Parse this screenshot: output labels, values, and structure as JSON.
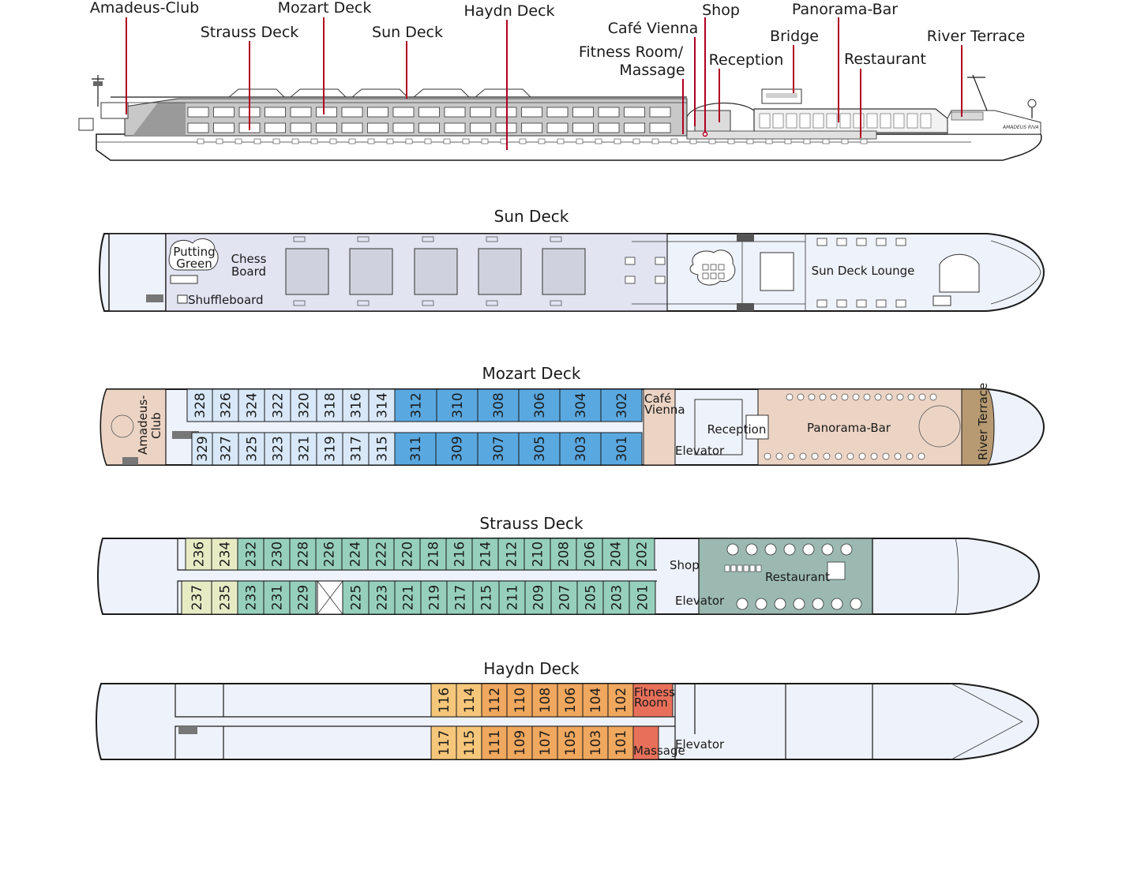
{
  "side_view": {
    "ship_name": "AMADEUS RIVA",
    "callouts": [
      {
        "id": "amadeus-club",
        "text": "Amadeus-Club"
      },
      {
        "id": "strauss-deck",
        "text": "Strauss Deck"
      },
      {
        "id": "mozart-deck",
        "text": "Mozart Deck"
      },
      {
        "id": "sun-deck",
        "text": "Sun Deck"
      },
      {
        "id": "haydn-deck",
        "text": "Haydn Deck"
      },
      {
        "id": "cafe-vienna",
        "text": "Café Vienna"
      },
      {
        "id": "fitness-1",
        "text": "Fitness Room/"
      },
      {
        "id": "fitness-2",
        "text": "Massage"
      },
      {
        "id": "shop",
        "text": "Shop"
      },
      {
        "id": "reception",
        "text": "Reception"
      },
      {
        "id": "bridge",
        "text": "Bridge"
      },
      {
        "id": "panorama-bar",
        "text": "Panorama-Bar"
      },
      {
        "id": "restaurant",
        "text": "Restaurant"
      },
      {
        "id": "river-terrace",
        "text": "River Terrace"
      }
    ]
  },
  "sun_deck": {
    "title": "Sun Deck",
    "labels": {
      "putting1": "Putting",
      "putting2": "Green",
      "chess1": "Chess",
      "chess2": "Board",
      "shuffleboard": "Shuffleboard",
      "lounge": "Sun Deck Lounge"
    }
  },
  "mozart_deck": {
    "title": "Mozart Deck",
    "labels": {
      "club1": "Amadeus-",
      "club2": "Club",
      "cafe1": "Café",
      "cafe2": "Vienna",
      "elevator": "Elevator",
      "reception": "Reception",
      "panorama": "Panorama-Bar",
      "terrace": "River Terrace"
    },
    "top_cabins": [
      "328",
      "326",
      "324",
      "322",
      "320",
      "318",
      "316",
      "314",
      "312",
      "310",
      "308",
      "306",
      "304",
      "302"
    ],
    "bottom_cabins": [
      "329",
      "327",
      "325",
      "323",
      "321",
      "319",
      "317",
      "315",
      "311",
      "309",
      "307",
      "305",
      "303",
      "301"
    ],
    "colors": {
      "standard": "#d8e8f8",
      "suite": "#5aa8e0",
      "public": "#ecd4c4"
    }
  },
  "strauss_deck": {
    "title": "Strauss Deck",
    "labels": {
      "shop": "Shop",
      "elevator": "Elevator",
      "restaurant": "Restaurant"
    },
    "top_cabins": [
      "236",
      "234",
      "232",
      "230",
      "228",
      "226",
      "224",
      "222",
      "220",
      "218",
      "216",
      "214",
      "212",
      "210",
      "208",
      "206",
      "204",
      "202"
    ],
    "bottom_cabins": [
      "237",
      "235",
      "233",
      "231",
      "229",
      "225",
      "223",
      "221",
      "219",
      "217",
      "215",
      "211",
      "209",
      "207",
      "205",
      "203",
      "201"
    ],
    "colors": {
      "yellow": "#e7ebc4",
      "green": "#96d0bc",
      "restaurant": "#9bb9b1"
    }
  },
  "haydn_deck": {
    "title": "Haydn Deck",
    "labels": {
      "fitness1": "Fitness",
      "fitness2": "Room",
      "massage": "Massage",
      "elevator": "Elevator"
    },
    "top_cabins": [
      "116",
      "114",
      "112",
      "110",
      "108",
      "106",
      "104",
      "102"
    ],
    "bottom_cabins": [
      "117",
      "115",
      "111",
      "109",
      "107",
      "105",
      "103",
      "101"
    ],
    "colors": {
      "light": "#f6c77a",
      "orange": "#f0a75e",
      "fitness": "#e8705a"
    }
  }
}
